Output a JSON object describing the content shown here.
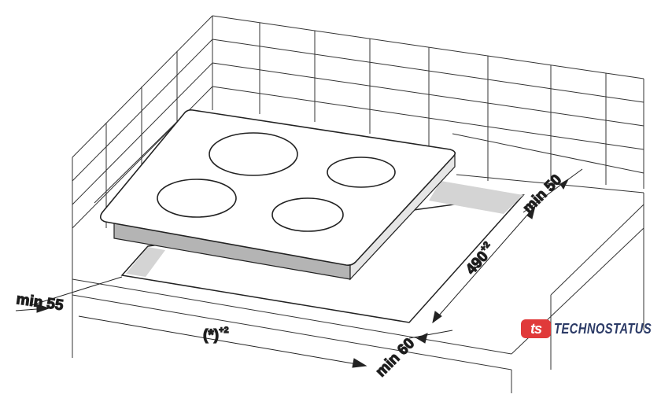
{
  "labels": {
    "min55": "min 55",
    "width": "(*)",
    "width_tol": "+2",
    "depth": "490",
    "depth_tol": "+2",
    "min50": "min 50",
    "min60": "min 60"
  },
  "logo": {
    "mark": "ts",
    "text": "TECHNOSTATUS",
    "mark_color": "#e03a3a",
    "text_color": "#2b3a66"
  }
}
